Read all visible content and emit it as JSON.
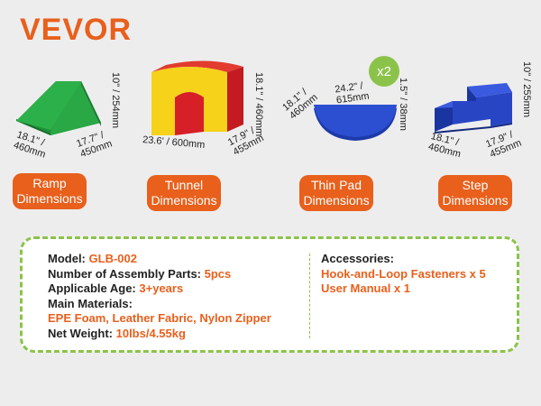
{
  "brand": {
    "logo": "VEVOR"
  },
  "products": {
    "ramp": {
      "height": "10\" / 254mm",
      "width": "18.1\" / 460mm",
      "depth": "17.7\" / 450mm",
      "label": "Ramp Dimensions"
    },
    "tunnel": {
      "height": "18.1\" / 460mm",
      "width": "23.6' / 600mm",
      "depth": "17.9\" / 455mm",
      "label": "Tunnel Dimensions"
    },
    "thin_pad": {
      "quantity": "x2",
      "width": "24.2\" / 615mm",
      "depth": "18.1\" / 460mm",
      "thickness": "1.5\" / 38mm",
      "label": "Thin Pad Dimensions"
    },
    "step": {
      "height": "10\" / 255mm",
      "width": "18.1\" / 460mm",
      "depth": "17.9\" / 455mm",
      "label": "Step Dimensions"
    }
  },
  "specs": {
    "model_label": "Model:",
    "model_value": "GLB-002",
    "parts_label": "Number of Assembly Parts:",
    "parts_value": "5pcs",
    "age_label": "Applicable Age:",
    "age_value": "3+years",
    "materials_label": "Main Materials:",
    "materials_value": "EPE Foam, Leather Fabric, Nylon Zipper",
    "weight_label": "Net Weight:",
    "weight_value": "10lbs/4.55kg",
    "accessories_label": "Accessories:",
    "accessory_1": "Hook-and-Loop Fasteners x 5",
    "accessory_2": "User Manual x 1"
  },
  "colors": {
    "accent": "#e8601c",
    "green": "#1e9a3c",
    "red": "#d61f26",
    "yellow": "#f6d21a",
    "blue": "#1e3fb0",
    "dash": "#8bc34a"
  }
}
